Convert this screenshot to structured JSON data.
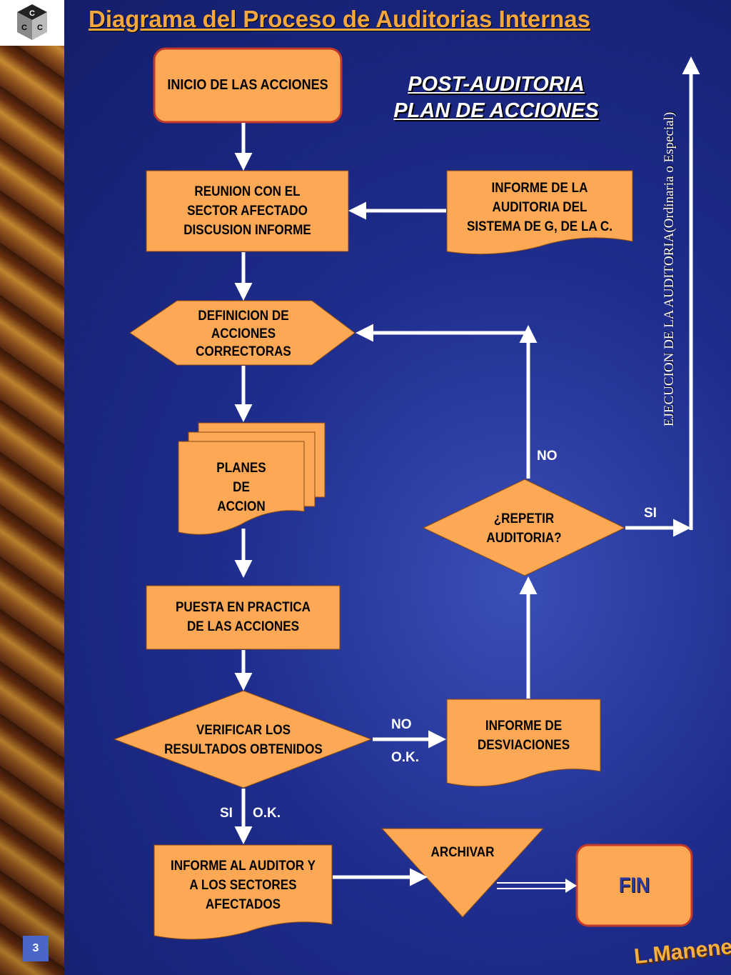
{
  "title": "Diagrama del Proceso de Auditorias Internas",
  "section_title": [
    "POST-AUDITORIA",
    "PLAN DE ACCIONES"
  ],
  "vertical_label": "EJECUCION DE LA AUDITORIA(Ordinaria o Especial)",
  "page_number": "3",
  "signature": "L.Manene",
  "logo_letters": "CCC",
  "nodes": {
    "inicio": "INICIO DE LAS ACCIONES",
    "reunion": [
      "REUNION CON EL",
      "SECTOR AFECTADO",
      "DISCUSION INFORME"
    ],
    "informe_auditoria": [
      "INFORME DE LA",
      "AUDITORIA DEL",
      "SISTEMA DE G, DE LA C."
    ],
    "definicion": [
      "DEFINICION DE",
      "ACCIONES",
      "CORRECTORAS"
    ],
    "planes": [
      "PLANES",
      "DE",
      "ACCION"
    ],
    "repetir": [
      "¿REPETIR",
      "AUDITORIA?"
    ],
    "puesta": [
      "PUESTA EN PRACTICA",
      "DE LAS ACCIONES"
    ],
    "verificar": [
      "VERIFICAR LOS",
      "RESULTADOS OBTENIDOS"
    ],
    "desviaciones": [
      "INFORME DE",
      "DESVIACIONES"
    ],
    "informe_auditor": [
      "INFORME AL AUDITOR Y",
      "A LOS SECTORES",
      "AFECTADOS"
    ],
    "archivar": "ARCHIVAR",
    "fin": "FIN"
  },
  "edge_labels": {
    "no_repetir": "NO",
    "si_repetir": "SI",
    "no_ok_1": "NO",
    "no_ok_2": "O.K.",
    "si_ok_1": "SI",
    "si_ok_2": "O.K."
  },
  "colors": {
    "node_fill": "#fca855",
    "node_stroke": "#c0392b",
    "title": "#f4a73c",
    "background": "#1e2c8c",
    "arrow": "#ffffff"
  }
}
